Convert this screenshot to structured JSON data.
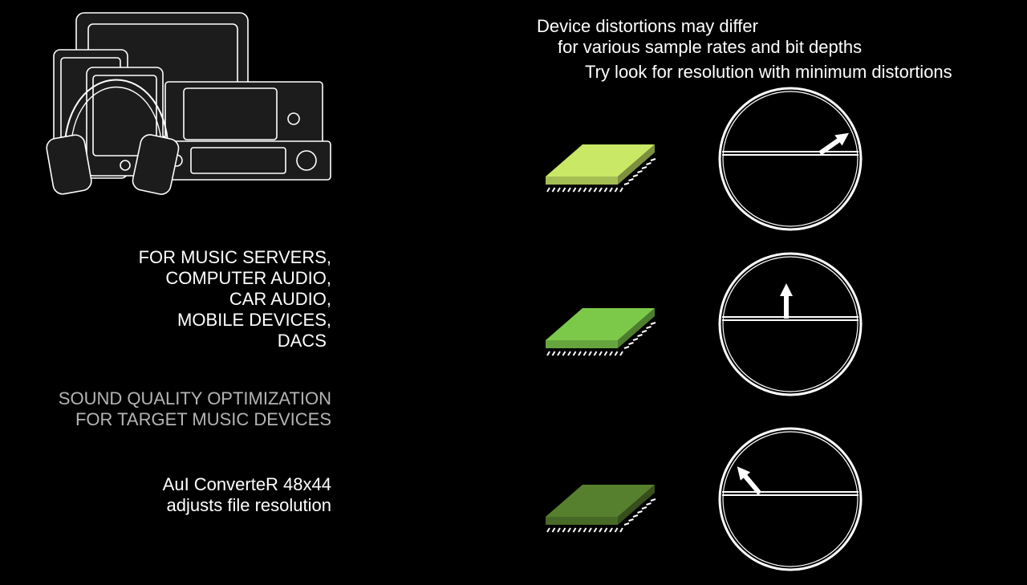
{
  "left_column": {
    "devices_icon": "music-devices-illustration",
    "devices_list": [
      "FOR MUSIC SERVERS,",
      "COMPUTER AUDIO,",
      "CAR AUDIO,",
      "MOBILE DEVICES,",
      "DACS "
    ],
    "optimization_title": [
      "SOUND QUALITY OPTIMIZATION",
      "FOR TARGET MUSIC DEVICES"
    ],
    "converter_caption": [
      "AuI ConverteR 48x44",
      "adjusts file resolution"
    ]
  },
  "right_column": {
    "notes": [
      "Device distortions may differ",
      "for various sample rates and bit depths",
      "Try look for resolution with minimum distortions"
    ],
    "resolution_options": [
      {
        "chip_icon": "chip-icon",
        "chip_color": "#c9e865",
        "meter_icon": "distortion-meter-icon",
        "needle": "right"
      },
      {
        "chip_icon": "chip-icon",
        "chip_color": "#7cc94a",
        "meter_icon": "distortion-meter-icon",
        "needle": "center"
      },
      {
        "chip_icon": "chip-icon",
        "chip_color": "#57802e",
        "meter_icon": "distortion-meter-icon",
        "needle": "left"
      }
    ]
  },
  "colors": {
    "background": "#000000",
    "text_primary": "#ffffff",
    "text_secondary": "#b4b4b4",
    "outline": "#ffffff"
  }
}
